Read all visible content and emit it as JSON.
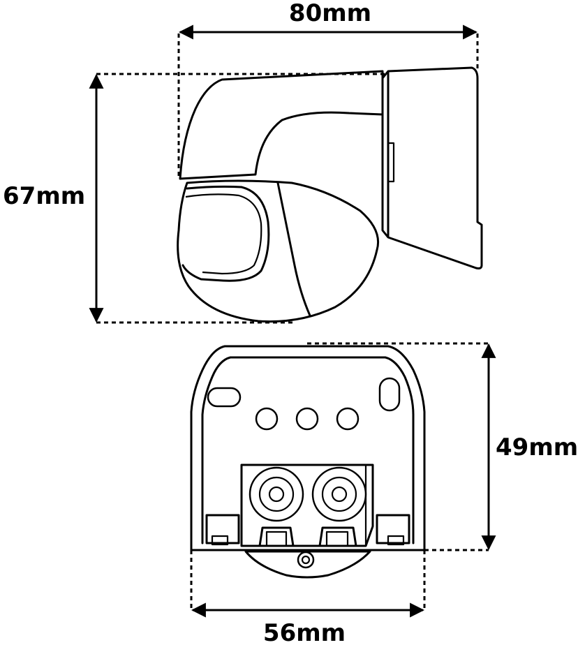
{
  "dimensions": {
    "width_top": "80mm",
    "height_side": "67mm",
    "height_front": "49mm",
    "width_bottom": "56mm"
  },
  "colors": {
    "stroke": "#000000",
    "background": "#ffffff"
  }
}
